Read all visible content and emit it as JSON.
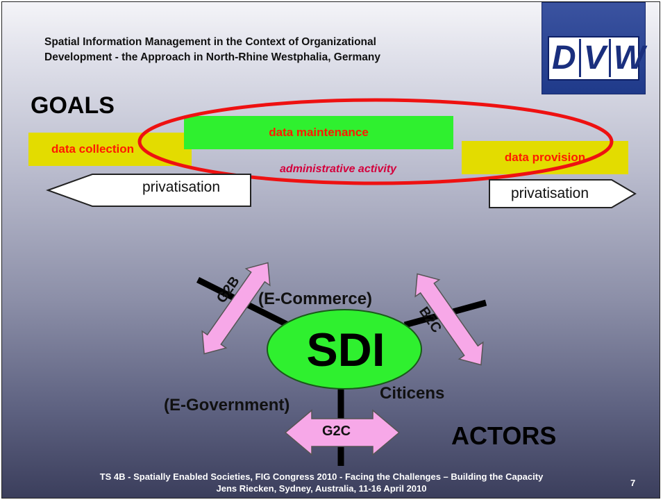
{
  "header": {
    "title_line1": "Spatial Information Management in the Context of Organizational",
    "title_line2": "Development - the Approach in North-Rhine Westphalia, Germany",
    "logo_letters": [
      "D",
      "V",
      "W"
    ]
  },
  "goals": {
    "heading": "GOALS",
    "data_collection": "data collection",
    "data_maintenance": "data maintenance",
    "data_provision": "data provision",
    "administrative_activity": "administrative activity",
    "privatisation_left": "privatisation",
    "privatisation_right": "privatisation"
  },
  "actors": {
    "center": "SDI",
    "g2b": "G2B",
    "b2c": "B2C",
    "g2c": "G2C",
    "e_commerce": "(E-Commerce)",
    "e_government": "(E-Government)",
    "citicens": "Citicens",
    "heading": "ACTORS"
  },
  "footer": {
    "line1": "TS 4B - Spatially Enabled Societies, FIG Congress 2010 - Facing the Challenges – Building the Capacity",
    "line2": "Jens Riecken, Sydney, Australia, 11-16 April 2010",
    "page_number": "7"
  },
  "colors": {
    "highlight_yellow": "#e3dc00",
    "highlight_green": "#2ff02f",
    "label_red": "#ff1a00",
    "ellipse_red": "#ee1111",
    "arrow_pink": "#f7a8e8"
  }
}
